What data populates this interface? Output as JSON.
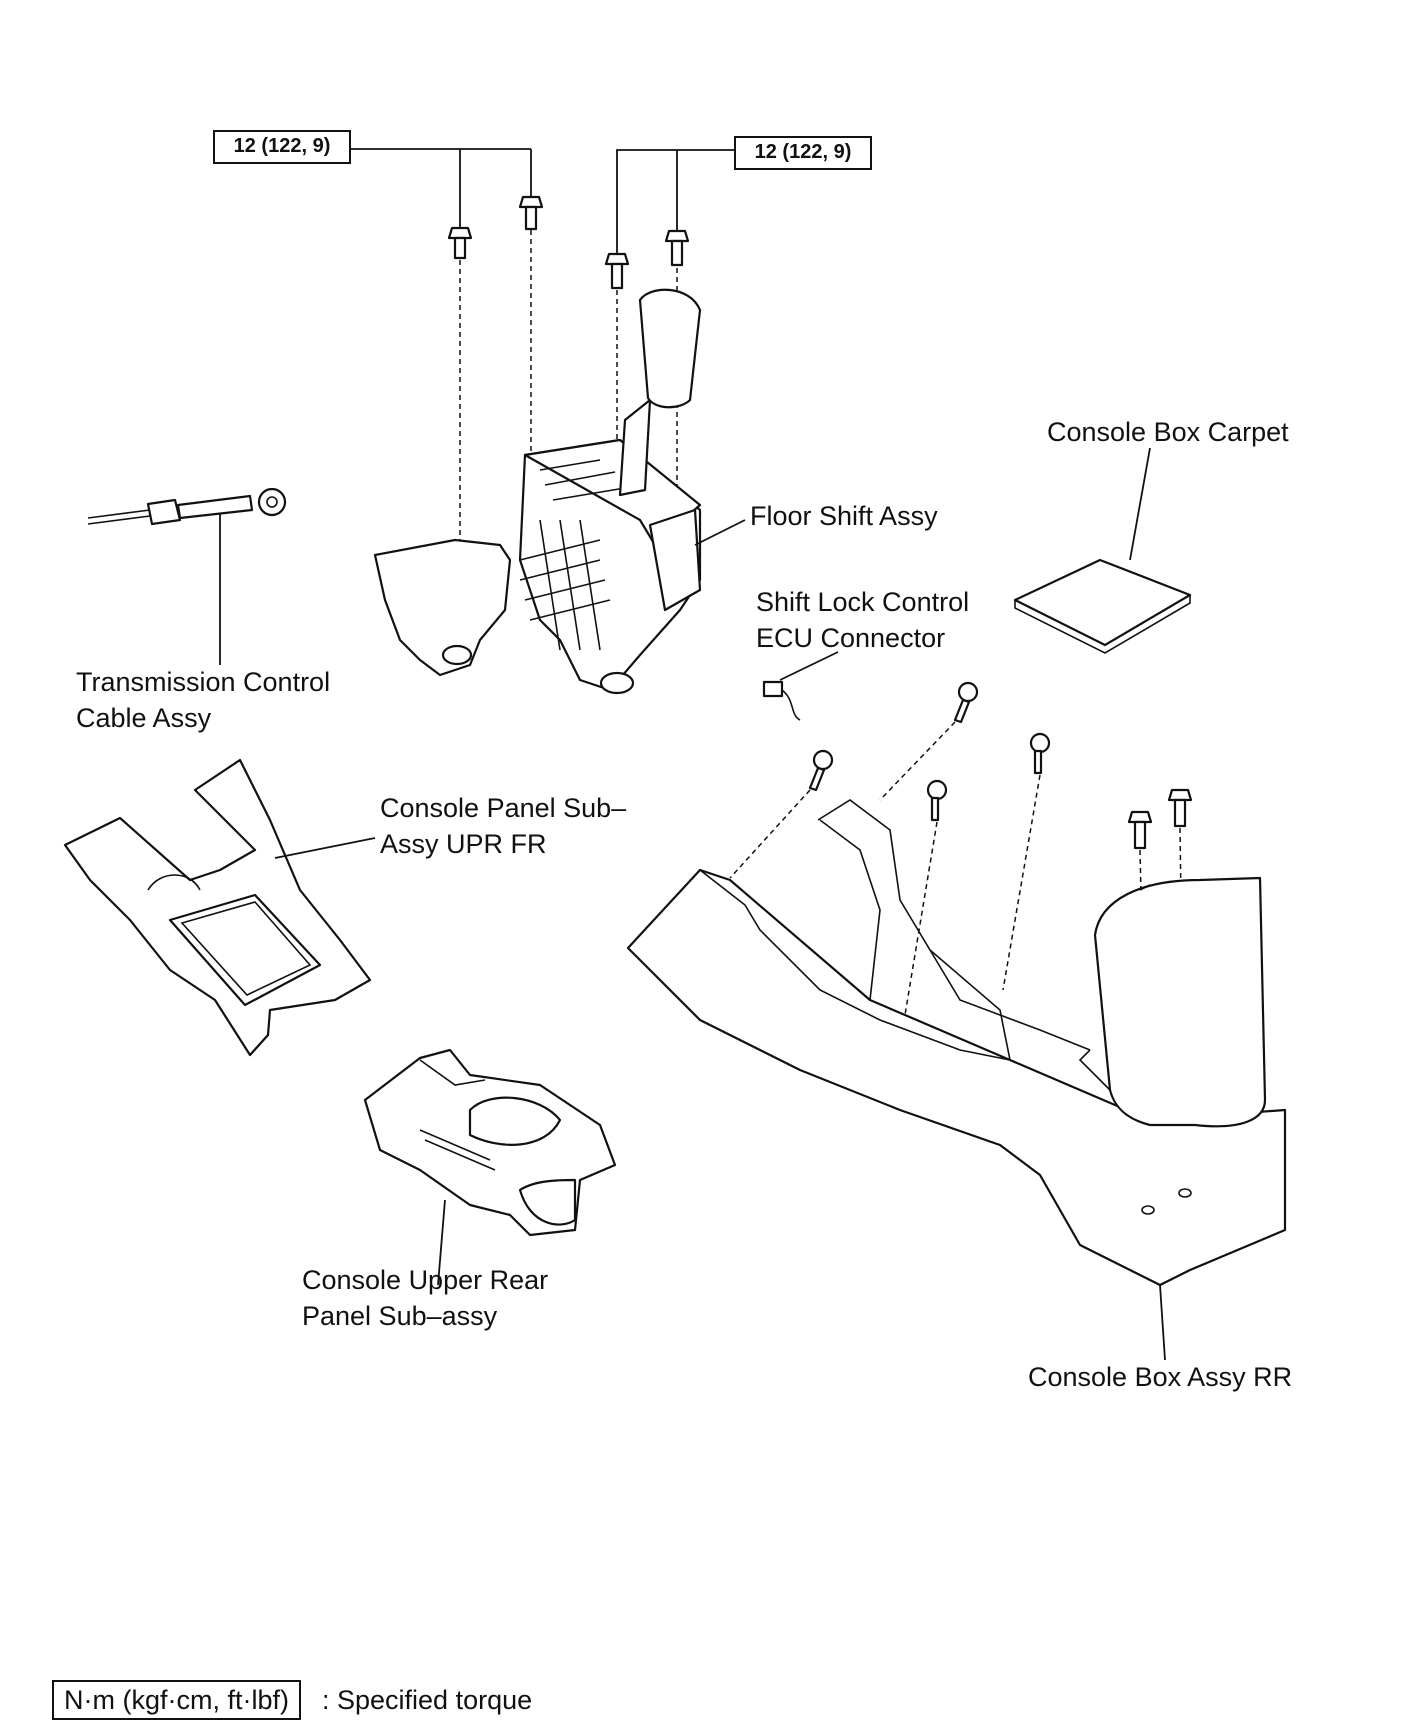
{
  "torque_callouts": {
    "left": "12 (122, 9)",
    "right": "12 (122, 9)"
  },
  "labels": {
    "console_box_carpet": "Console Box Carpet",
    "floor_shift_assy": "Floor Shift Assy",
    "shift_lock_line1": "Shift Lock Control",
    "shift_lock_line2": "ECU Connector",
    "transmission_line1": "Transmission  Control",
    "transmission_line2": "Cable Assy",
    "console_panel_line1": "Console  Panel  Sub–",
    "console_panel_line2": "Assy UPR FR",
    "console_upper_line1": "Console  Upper  Rear",
    "console_upper_line2": "Panel Sub–assy",
    "console_box_assy_rr": "Console Box Assy RR"
  },
  "legend": {
    "unit_box": "N·m (kgf·cm, ft·lbf)",
    "description": ": Specified torque"
  }
}
